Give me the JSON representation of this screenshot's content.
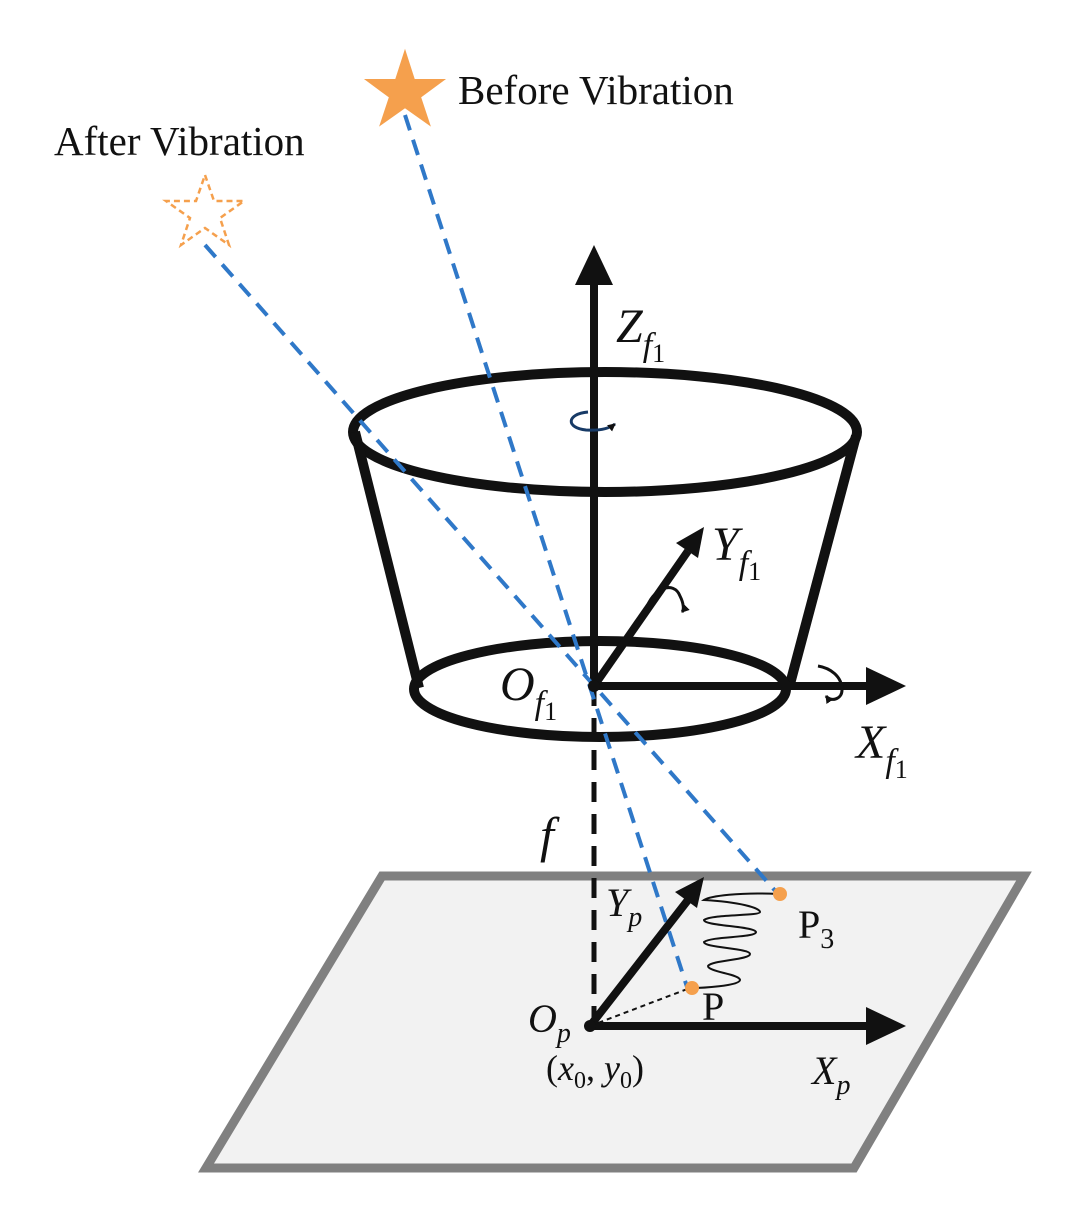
{
  "labels": {
    "before": "Before Vibration",
    "after": "After Vibration",
    "z_axis": "Z",
    "y_axis": "Y",
    "x_axis": "X",
    "origin_lens": "O",
    "lens_sub": "f",
    "lens_sub_index": "1",
    "focal": "f",
    "plane_y": "Y",
    "plane_x": "X",
    "origin_plane": "O",
    "plane_sub": "p",
    "p_point": "P",
    "p3_point": "P",
    "p3_sub": "3",
    "coord_x": "x",
    "coord_y": "y",
    "coord_sub": "0",
    "coord_open": "(",
    "coord_sep": ", ",
    "coord_close": ")"
  },
  "colors": {
    "ray": "#2f78c8",
    "star": "#f5a04d",
    "point": "#f5a04d",
    "plane_fill": "#f2f2f2",
    "plane_edge": "#808080",
    "ink": "#111111"
  },
  "icons": {
    "before_star": "filled-star-icon",
    "after_star": "dashed-star-icon",
    "rotation": "rotation-arrow-icon"
  }
}
